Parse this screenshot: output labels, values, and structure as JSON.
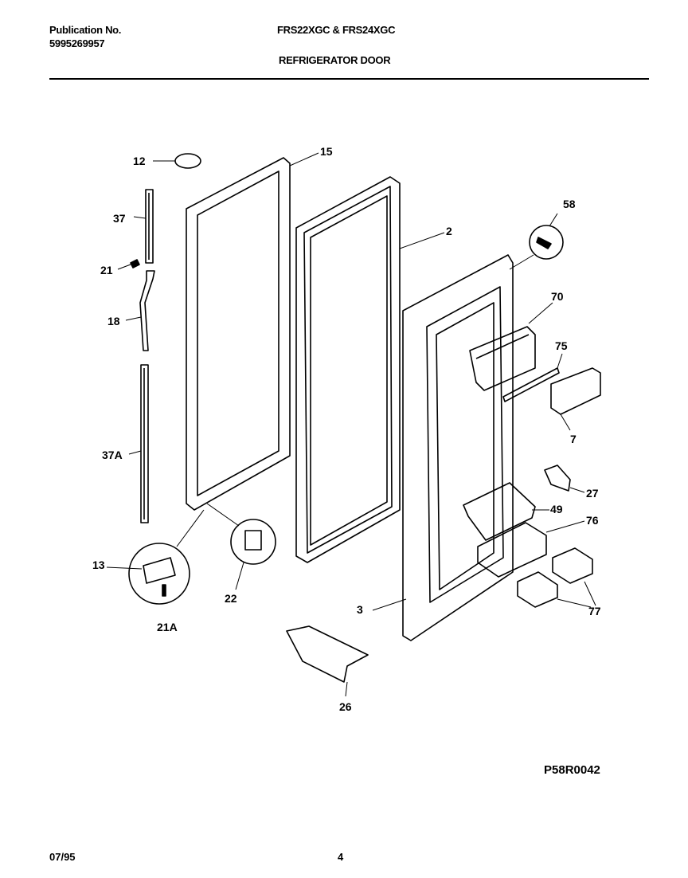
{
  "header": {
    "publication_label": "Publication No.",
    "publication_number": "5995269957",
    "models": "FRS22XGC & FRS24XGC",
    "section_title": "REFRIGERATOR DOOR"
  },
  "parts": [
    {
      "id": "12",
      "label": "12"
    },
    {
      "id": "15",
      "label": "15"
    },
    {
      "id": "37",
      "label": "37"
    },
    {
      "id": "21",
      "label": "21"
    },
    {
      "id": "18",
      "label": "18"
    },
    {
      "id": "37A",
      "label": "37A"
    },
    {
      "id": "13",
      "label": "13"
    },
    {
      "id": "21A",
      "label": "21A"
    },
    {
      "id": "22",
      "label": "22"
    },
    {
      "id": "2",
      "label": "2"
    },
    {
      "id": "58",
      "label": "58"
    },
    {
      "id": "70",
      "label": "70"
    },
    {
      "id": "75",
      "label": "75"
    },
    {
      "id": "7",
      "label": "7"
    },
    {
      "id": "27",
      "label": "27"
    },
    {
      "id": "49",
      "label": "49"
    },
    {
      "id": "76",
      "label": "76"
    },
    {
      "id": "77",
      "label": "77"
    },
    {
      "id": "3",
      "label": "3"
    },
    {
      "id": "26",
      "label": "26"
    }
  ],
  "footer": {
    "diagram_code": "P58R0042",
    "date": "07/95",
    "page_number": "4"
  }
}
